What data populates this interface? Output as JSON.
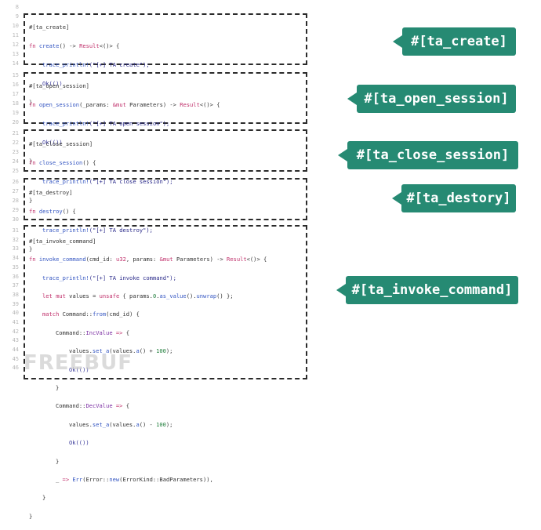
{
  "line_numbers": [
    "8",
    "9",
    "10",
    "11",
    "12",
    "13",
    "14",
    "15",
    "16",
    "17",
    "18",
    "19",
    "20",
    "21",
    "22",
    "23",
    "24",
    "25",
    "26",
    "27",
    "28",
    "29",
    "30",
    "31",
    "32",
    "33",
    "34",
    "35",
    "36",
    "37",
    "38",
    "39",
    "40",
    "41",
    "42",
    "43",
    "44",
    "45",
    "46"
  ],
  "blocks": {
    "ta_create": {
      "attr": "#[ta_create]",
      "sig_kw": "fn ",
      "sig_fn": "create",
      "sig_rest": "() -> ",
      "sig_ty": "Result",
      "sig_end": "<()> {",
      "body1_mac": "trace_println!",
      "body1_str": "(\"[+] TA create\");",
      "body2": "Ok(())",
      "close": "}"
    },
    "ta_open_session": {
      "attr": "#[ta_open_session]",
      "sig_kw": "fn ",
      "sig_fn": "open_session",
      "sig_rest": "(_params: ",
      "sig_kw2": "&mut",
      "sig_rest2": " Parameters) -> ",
      "sig_ty": "Result",
      "sig_end": "<()> {",
      "body1_mac": "trace_println!",
      "body1_str": "(\"[+] TA open session\");",
      "body2": "Ok(())",
      "close": "}"
    },
    "ta_close_session": {
      "attr": "#[ta_close_session]",
      "sig_kw": "fn ",
      "sig_fn": "close_session",
      "sig_end": "() {",
      "body1_mac": "trace_println!",
      "body1_str": "(\"[+] TA close session\");",
      "close": "}"
    },
    "ta_destroy": {
      "attr": "#[ta_destroy]",
      "sig_kw": "fn ",
      "sig_fn": "destroy",
      "sig_end": "() {",
      "body1_mac": "trace_println!",
      "body1_str": "(\"[+] TA destroy\");",
      "close": "}"
    },
    "ta_invoke_command": {
      "attr": "#[ta_invoke_command]",
      "l1_kw": "fn ",
      "l1_fn": "invoke_command",
      "l1_a": "(cmd_id: ",
      "l1_ty": "u32",
      "l1_b": ", params: ",
      "l1_kw2": "&mut",
      "l1_c": " Parameters) -> ",
      "l1_ty2": "Result",
      "l1_d": "<()> {",
      "l2_mac": "trace_println!",
      "l2_str": "(\"[+] TA invoke command\");",
      "l3_kw": "let mut",
      "l3_a": " values = ",
      "l3_kw2": "unsafe",
      "l3_b": " { params.",
      "l3_num": "0",
      "l3_c": ".",
      "l3_fn": "as_value",
      "l3_d": "().",
      "l3_fn2": "unwrap",
      "l3_e": "() };",
      "l4_kw": "match",
      "l4_a": " Command::",
      "l4_fn": "from",
      "l4_b": "(cmd_id) {",
      "l5_a": "Command::",
      "l5_b": "IncValue",
      "l5_kw": " => ",
      "l5_c": "{",
      "l6_a": "values.",
      "l6_fn": "set_a",
      "l6_b": "(values.",
      "l6_fn2": "a",
      "l6_c": "() + ",
      "l6_num": "100",
      "l6_d": ");",
      "l7": "Ok(())",
      "l8": "}",
      "l9_a": "Command::",
      "l9_b": "DecValue",
      "l9_kw": " => ",
      "l9_c": "{",
      "l10_a": "values.",
      "l10_fn": "set_a",
      "l10_b": "(values.",
      "l10_fn2": "a",
      "l10_c": "() - ",
      "l10_num": "100",
      "l10_d": ");",
      "l11": "Ok(())",
      "l12": "}",
      "l13_a": "_",
      "l13_kw": " => ",
      "l13_fn": "Err",
      "l13_b": "(Error::",
      "l13_fn2": "new",
      "l13_c": "(ErrorKind::BadParameters)),",
      "l14": "}",
      "l15": "}"
    }
  },
  "tags": {
    "create": "#[ta_create]",
    "open_session": "#[ta_open_session]",
    "close_session": "#[ta_close_session]",
    "destroy": "#[ta_destory]",
    "invoke_command": "#[ta_invoke_command]"
  },
  "watermark": "FREEBUF",
  "colors": {
    "tag_bg": "#268a73",
    "border": "#2b2b2b"
  }
}
